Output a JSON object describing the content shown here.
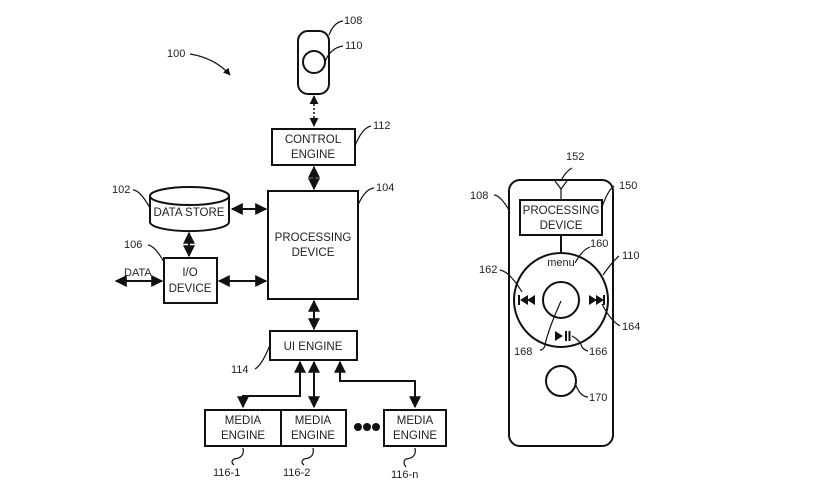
{
  "figure": {
    "system_ref": "100",
    "blocks": {
      "remote": {
        "ref": "108",
        "button_ref": "110"
      },
      "control_engine": {
        "line1": "CONTROL",
        "line2": "ENGINE",
        "ref": "112"
      },
      "processing_device": {
        "line1": "PROCESSING",
        "line2": "DEVICE",
        "ref": "104"
      },
      "data_store": {
        "label": "DATA STORE",
        "ref": "102"
      },
      "io_device": {
        "line1": "I/O",
        "line2": "DEVICE",
        "ref": "106"
      },
      "data_arrow_label": "DATA",
      "ui_engine": {
        "label": "UI ENGINE",
        "ref": "114"
      },
      "media_engines": [
        {
          "line1": "MEDIA",
          "line2": "ENGINE",
          "ref": "116-1"
        },
        {
          "line1": "MEDIA",
          "line2": "ENGINE",
          "ref": "116-2"
        },
        {
          "line1": "MEDIA",
          "line2": "ENGINE",
          "ref": "116-n"
        }
      ]
    },
    "remote_detail": {
      "ref": "108",
      "antenna_ref": "152",
      "processing": {
        "line1": "PROCESSING",
        "line2": "DEVICE",
        "ref": "150"
      },
      "wheel_ref": "110",
      "menu_label": "menu",
      "menu_ref": "160",
      "prev_ref": "162",
      "next_ref": "164",
      "play_pause_ref": "166",
      "center_ref": "168",
      "extra_button_ref": "170",
      "prev_glyph": "⏮",
      "next_glyph": "⏭",
      "play_glyph": "▶II"
    }
  }
}
